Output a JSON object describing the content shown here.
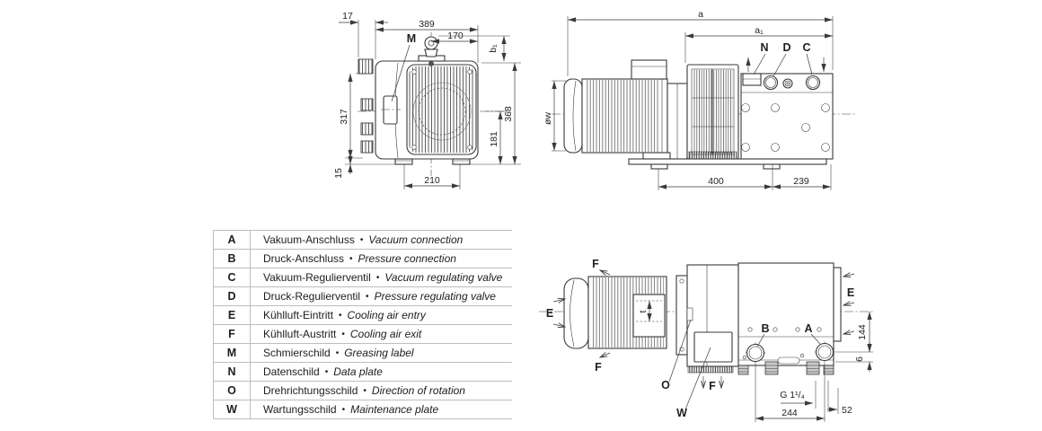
{
  "colors": {
    "line": "#3a3a3a",
    "text": "#1f1f1f",
    "table_border": "#bdbdbd",
    "background": "#ffffff"
  },
  "front_view": {
    "label_m": "M",
    "dim_17": "17",
    "dim_389": "389",
    "dim_170": "170",
    "dim_b1": "b₁",
    "dim_317": "317",
    "dim_368": "368",
    "dim_181": "181",
    "dim_15": "15",
    "dim_210": "210"
  },
  "side_view": {
    "label_n": "N",
    "label_d": "D",
    "label_c": "C",
    "dim_a": "a",
    "dim_a1": "a₁",
    "dim_ow": "øw",
    "dim_400": "400",
    "dim_239": "239"
  },
  "top_view": {
    "label_f_top": "F",
    "label_f_bottom": "F",
    "label_f_exit": "F",
    "label_e_left": "E",
    "label_e_right": "E",
    "label_o": "O",
    "label_w": "W",
    "label_b": "B",
    "label_a": "A",
    "dim_t": "t",
    "dim_144": "144",
    "dim_6": "6",
    "dim_g": "G 1¹/₄",
    "dim_244": "244",
    "dim_52": "52"
  },
  "legend": {
    "bullet": "•",
    "rows": [
      {
        "key": "A",
        "de": "Vakuum-Anschluss",
        "en": "Vacuum connection"
      },
      {
        "key": "B",
        "de": "Druck-Anschluss",
        "en": "Pressure connection"
      },
      {
        "key": "C",
        "de": "Vakuum-Regulierventil",
        "en": "Vacuum regulating valve"
      },
      {
        "key": "D",
        "de": "Druck-Regulierventil",
        "en": "Pressure regulating valve"
      },
      {
        "key": "E",
        "de": "Kühlluft-Eintritt",
        "en": "Cooling air entry"
      },
      {
        "key": "F",
        "de": "Kühlluft-Austritt",
        "en": "Cooling air exit"
      },
      {
        "key": "M",
        "de": "Schmierschild",
        "en": "Greasing label"
      },
      {
        "key": "N",
        "de": "Datenschild",
        "en": "Data plate"
      },
      {
        "key": "O",
        "de": "Drehrichtungsschild",
        "en": "Direction of rotation"
      },
      {
        "key": "W",
        "de": "Wartungsschild",
        "en": "Maintenance plate"
      }
    ]
  }
}
